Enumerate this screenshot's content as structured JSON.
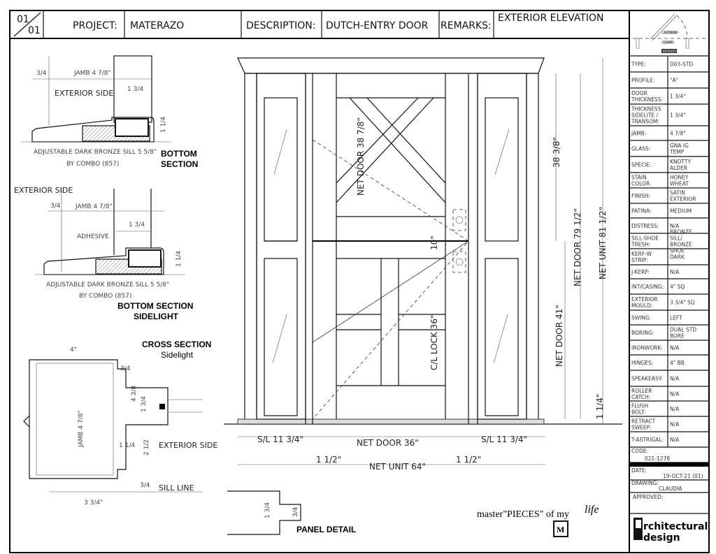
{
  "header": {
    "sheet_top": "01",
    "sheet_bottom": "01",
    "project_label": "PROJECT:",
    "project_value": "MATERAZO",
    "description_label": "DESCRIPTION:",
    "description_value": "DUTCH-ENTRY DOOR",
    "remarks_label": "REMARKS:",
    "remarks_value": "EXTERIOR ELEVATION"
  },
  "keyplan": {
    "exterior": "EXTERIOR",
    "clear": "CLEAR",
    "interior": "INTERIOR"
  },
  "spec_table": [
    {
      "label": "TYPE:",
      "value": "D03-STD"
    },
    {
      "label": "PROFILE:",
      "value": "\"A\""
    },
    {
      "label": "DOOR THICKNESS:",
      "value": "1 3/4\""
    },
    {
      "label": "THICKNESS SIDELITE / TRANSOM:",
      "value": "1 3/4\""
    },
    {
      "label": "JAMB:",
      "value": "4 7/8\""
    },
    {
      "label": "GLASS:",
      "value": "GNA IG TEMP"
    },
    {
      "label": "SPECIE:",
      "value": "KNOTTY ALDER"
    },
    {
      "label": "STAIN COLOR:",
      "value": "HONEY WHEAT"
    },
    {
      "label": "FINISH:",
      "value": "SATIN EXTERIOR"
    },
    {
      "label": "PATINA:",
      "value": "MEDIUM"
    },
    {
      "label": "DISTRESS:",
      "value": "N/A"
    },
    {
      "label": "SILL-SHOE TRESH:",
      "value": "BRONZE SILL/ BRONZE SHOE"
    },
    {
      "label": "KERF-W STRIP:",
      "value": "DARK"
    },
    {
      "label": "J-KERF:",
      "value": "N/A"
    },
    {
      "label": "INT/CASING:",
      "value": "4\" SQ"
    },
    {
      "label": "EXTERIOR MOULD:",
      "value": "3 3/4\" SQ"
    },
    {
      "label": "SWING:",
      "value": "LEFT"
    },
    {
      "label": "BORING:",
      "value": "DUAL STD BORE"
    },
    {
      "label": "IRONWORK:",
      "value": "N/A"
    },
    {
      "label": "HINGES:",
      "value": "4\" BB"
    },
    {
      "label": "SPEAKEASY:",
      "value": "N/A"
    },
    {
      "label": "ROLLER CATCH:",
      "value": "N/A"
    },
    {
      "label": "FLUSH BOLT:",
      "value": "N/A"
    },
    {
      "label": "RETRACT SWEEP:",
      "value": "N/A"
    },
    {
      "label": "T-ASTRIGAL:",
      "value": "N/A"
    }
  ],
  "title_block": {
    "code_label": "CODE:",
    "code_value": "021-1278",
    "date_label": "DATE:",
    "date_value": "19-OCT-21 (01)",
    "drawing_label": "DRAWING:",
    "drawing_value": "CLAUDIA",
    "approved_label": "APPROVED:",
    "logo_line1": "rchitectural",
    "logo_line2": "design"
  },
  "bottom_section": {
    "jamb": "JAMB 4 7/8\"",
    "reveal": "3/4",
    "thickness": "1 3/4",
    "height": "1 1/4",
    "exterior_side": "EXTERIOR SIDE",
    "sill": "ADJUSTABLE DARK BRONZE SILL 5 5/8\"",
    "combo": "BY COMBO (857)",
    "title1": "BOTTOM",
    "title2": "SECTION"
  },
  "sidelight_section": {
    "exterior_side": "EXTERIOR SIDE",
    "jamb": "JAMB 4 7/8\"",
    "reveal": "3/4",
    "thickness": "1 3/4",
    "adhesive": "ADHESIVE",
    "height": "1 1/4",
    "sill": "ADJUSTABLE DARK BRONZE SILL 5 5/8\"",
    "combo": "BY COMBO (857)",
    "title1": "BOTTOM SECTION",
    "title2": "SIDELIGHT"
  },
  "cross_section": {
    "title": "CROSS SECTION",
    "subtitle": "Sidelight",
    "width": "4\"",
    "reveal": "3/4",
    "jamb": "JAMB 4 7/8\"",
    "d1": "4 3/8",
    "d2": "1 3/4",
    "d3": "1 1/4",
    "d4": "2 1/2",
    "exterior_side": "EXTERIOR SIDE",
    "sill_reveal": "3/4",
    "sill_line": "SILL LINE",
    "bottom": "3 3/4\""
  },
  "panel_detail": {
    "title": "PANEL DETAIL",
    "d1": "1 3/4",
    "d2": "3/4"
  },
  "elevation": {
    "net_door_upper": "NET DOOR 38 7/8\"",
    "dim_10": "10\"",
    "cl_lock": "C/L LOCK 36\"",
    "upper_right": "38 3/8\"",
    "net_door_height": "NET DOOR 79 1/2\"",
    "net_unit_height": "NET UNIT 81 1/2\"",
    "net_door_lower": "NET DOOR 41\"",
    "sill_height": "1 1/4\"",
    "sl_left": "S/L 11 3/4\"",
    "net_door_width": "NET DOOR 36\"",
    "sl_right": "S/L 11 3/4\"",
    "gap_left": "1 1/2\"",
    "gap_right": "1 1/2\"",
    "net_unit_width": "NET UNIT 64\""
  },
  "brand": {
    "text": "master\"PIECES\" of my",
    "script": "life",
    "badge": "M"
  }
}
